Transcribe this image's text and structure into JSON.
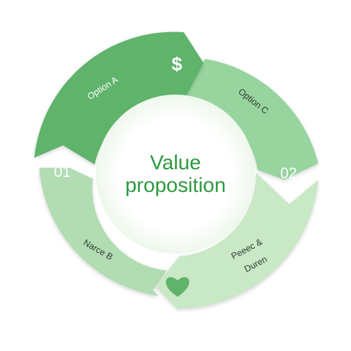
{
  "center": {
    "line1": "Value",
    "line2": "proposition"
  },
  "segments": [
    {
      "id": "top-left",
      "label": "Option A",
      "number": "",
      "icon": "dollar-icon",
      "icon_glyph": "$"
    },
    {
      "id": "top-right",
      "label": "Option C",
      "number": "02",
      "icon": "",
      "icon_glyph": ""
    },
    {
      "id": "bottom-right",
      "label_lines": [
        "Peeec &",
        "Duren"
      ],
      "number": "",
      "icon": "heart-icon",
      "icon_glyph": ""
    },
    {
      "id": "bottom-left",
      "label": "Narce B",
      "number": "01",
      "icon": "",
      "icon_glyph": ""
    }
  ],
  "colors": {
    "segment_top_left": "#5fb36b",
    "segment_top_right": "#98d49e",
    "segment_bottom_right": "#c9e8c6",
    "segment_bottom_left": "#b2dcb2",
    "center_fill": "#f5fbf4",
    "center_text": "#2e9a3f",
    "label_dark": "#2f3e30",
    "label_light": "#ffffff",
    "heart": "#5fb36b"
  }
}
